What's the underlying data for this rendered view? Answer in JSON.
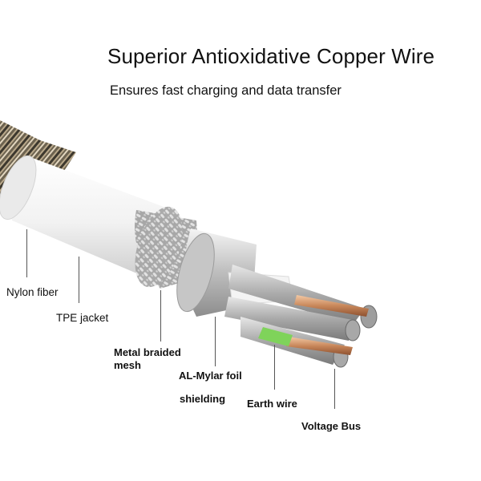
{
  "header": {
    "title": "Superior Antioxidative Copper Wire",
    "subtitle": "Ensures fast charging and data transfer"
  },
  "labels": {
    "nylon_fiber": "Nylon fiber",
    "tpe_jacket": "TPE jacket",
    "metal_braided_mesh_line1": "Metal braided",
    "metal_braided_mesh_line2": "mesh",
    "al_mylar_foil_line1": "AL-Mylar foil",
    "al_mylar_foil_line2": "shielding",
    "earth_wire": "Earth wire",
    "voltage_bus": "Voltage Bus"
  },
  "colors": {
    "jacket": "#f1f1f1",
    "braid": "#b9b9b9",
    "foil": "#cfcfcf",
    "copper": "#c8875a",
    "earth_insulation": "#7fd35a",
    "nylon": "#9a8a6a"
  }
}
